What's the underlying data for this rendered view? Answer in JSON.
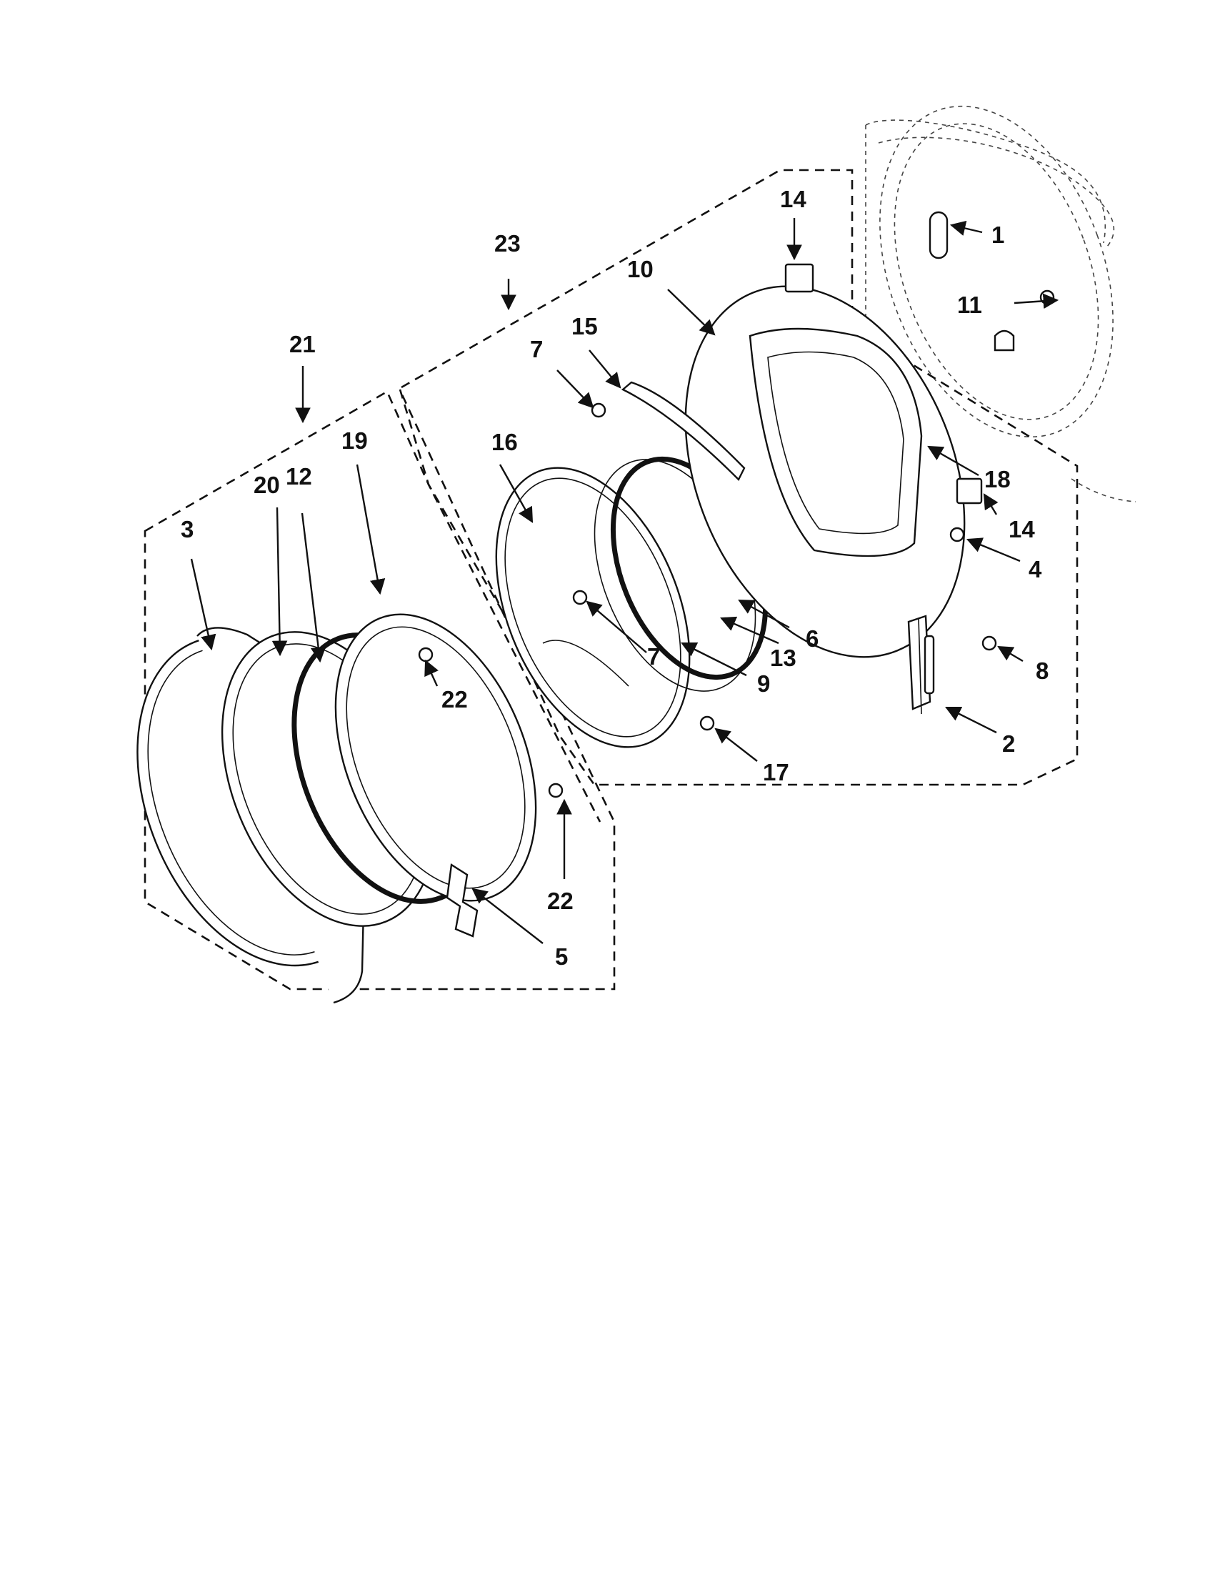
{
  "callouts": [
    {
      "id": "c1",
      "text": "1"
    },
    {
      "id": "c2",
      "text": "2"
    },
    {
      "id": "c3",
      "text": "3"
    },
    {
      "id": "c4",
      "text": "4"
    },
    {
      "id": "c5",
      "text": "5"
    },
    {
      "id": "c6",
      "text": "6"
    },
    {
      "id": "c7a",
      "text": "7"
    },
    {
      "id": "c7b",
      "text": "7"
    },
    {
      "id": "c8",
      "text": "8"
    },
    {
      "id": "c9",
      "text": "9"
    },
    {
      "id": "c10",
      "text": "10"
    },
    {
      "id": "c11",
      "text": "11"
    },
    {
      "id": "c12",
      "text": "12"
    },
    {
      "id": "c13",
      "text": "13"
    },
    {
      "id": "c14a",
      "text": "14"
    },
    {
      "id": "c14b",
      "text": "14"
    },
    {
      "id": "c15",
      "text": "15"
    },
    {
      "id": "c16",
      "text": "16"
    },
    {
      "id": "c17",
      "text": "17"
    },
    {
      "id": "c18",
      "text": "18"
    },
    {
      "id": "c19",
      "text": "19"
    },
    {
      "id": "c20",
      "text": "20"
    },
    {
      "id": "c21",
      "text": "21"
    },
    {
      "id": "c22a",
      "text": "22"
    },
    {
      "id": "c22b",
      "text": "22"
    },
    {
      "id": "c23",
      "text": "23"
    }
  ],
  "colors": {
    "ink": "#111111",
    "paper": "#ffffff"
  }
}
